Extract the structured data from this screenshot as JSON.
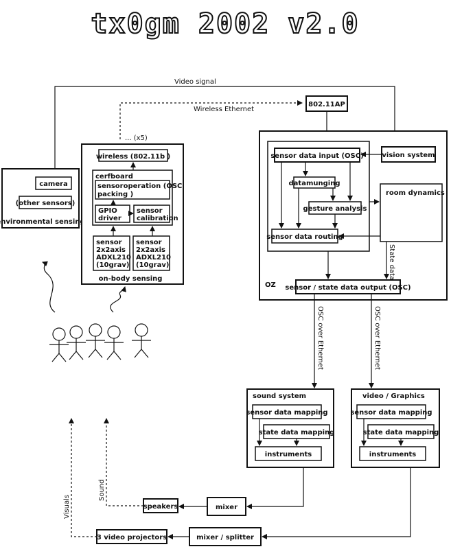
{
  "title": "tx0gm 2002 v2.0",
  "labels": {
    "video_signal": "Video signal",
    "wireless_ethernet": "Wireless Ethernet",
    "ap": "802.11AP",
    "x5": "... (x5)",
    "wireless_box": "wireless (802.11b )",
    "cerfboard": "cerfboard",
    "sensor_operation_1": "sensoroperation (OSC",
    "sensor_operation_2": "packing )",
    "gpio_1": "GPIO",
    "gpio_2": "driver",
    "sensor_cal_1": "sensor",
    "sensor_cal_2": "calibration",
    "adxl_1": "sensor",
    "adxl_2": "2x2axis",
    "adxl_3": "ADXL210",
    "adxl_4": "(10grav)",
    "on_body": "on-body sensing",
    "camera": "camera",
    "other_sensors": "(other sensors)",
    "env_sensing": "environmental sensing",
    "oz": "OZ",
    "sensor_input": "sensor data input (OSC)",
    "vision": "vision system",
    "munging": "datamunging",
    "gesture": "gesture analysis",
    "room_dyn": "room dynamics",
    "routing": "sensor data routing",
    "state_data": "State data",
    "state_output": "sensor / state data output (OSC)",
    "osc_eth_1": "OSC over Ethernet",
    "osc_eth_2": "OSC over Ethernet",
    "sound_system": "sound system",
    "video_graphics": "video / Graphics",
    "sensor_mapping": "sensor data mapping",
    "state_mapping": "state data mapping",
    "instruments": "instruments",
    "mixer": "mixer",
    "speakers": "speakers",
    "mixer_splitter": "mixer / splitter",
    "projectors": "3 video projectors",
    "visuals": "Visuals",
    "sound": "Sound"
  }
}
